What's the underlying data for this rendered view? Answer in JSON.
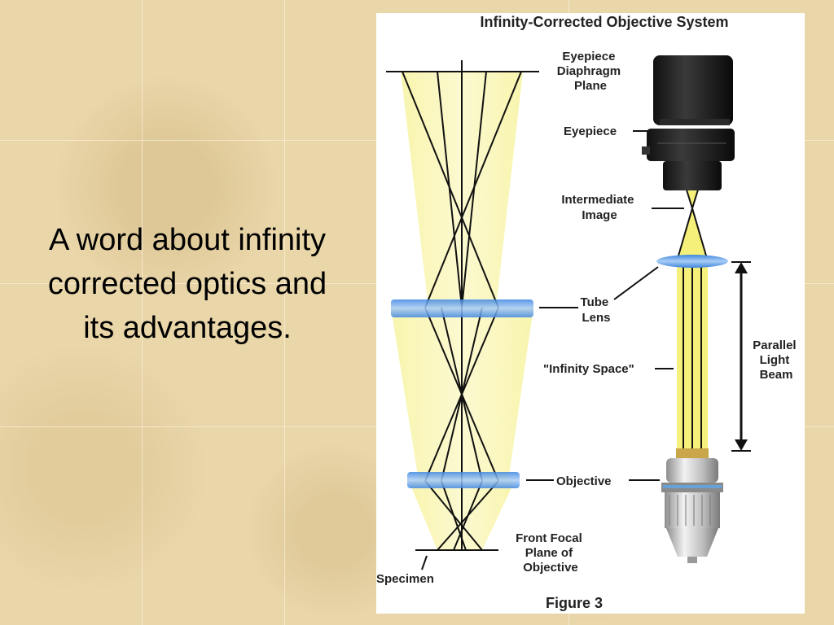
{
  "slide": {
    "title": "A word about infinity corrected optics and its advantages."
  },
  "figure": {
    "title": "Infinity-Corrected Objective System",
    "caption": "Figure 3",
    "labels": {
      "eyepiece_diaphragm": [
        "Eyepiece",
        "Diaphragm",
        "Plane"
      ],
      "eyepiece": "Eyepiece",
      "intermediate_image": [
        "Intermediate",
        "Image"
      ],
      "tube_lens": [
        "Tube",
        "Lens"
      ],
      "infinity_space": "\"Infinity Space\"",
      "parallel_light_beam": [
        "Parallel",
        "Light",
        "Beam"
      ],
      "objective": "Objective",
      "front_focal_plane": [
        "Front Focal",
        "Plane of",
        "Objective"
      ],
      "specimen": "Specimen"
    },
    "colors": {
      "beam": "#f5f07a",
      "lens": "#5a9be6",
      "rays": "#111111",
      "background": "#e9d6a9"
    },
    "icons": [
      "eyepiece-icon",
      "objective-icon",
      "tube-lens-icon"
    ]
  }
}
